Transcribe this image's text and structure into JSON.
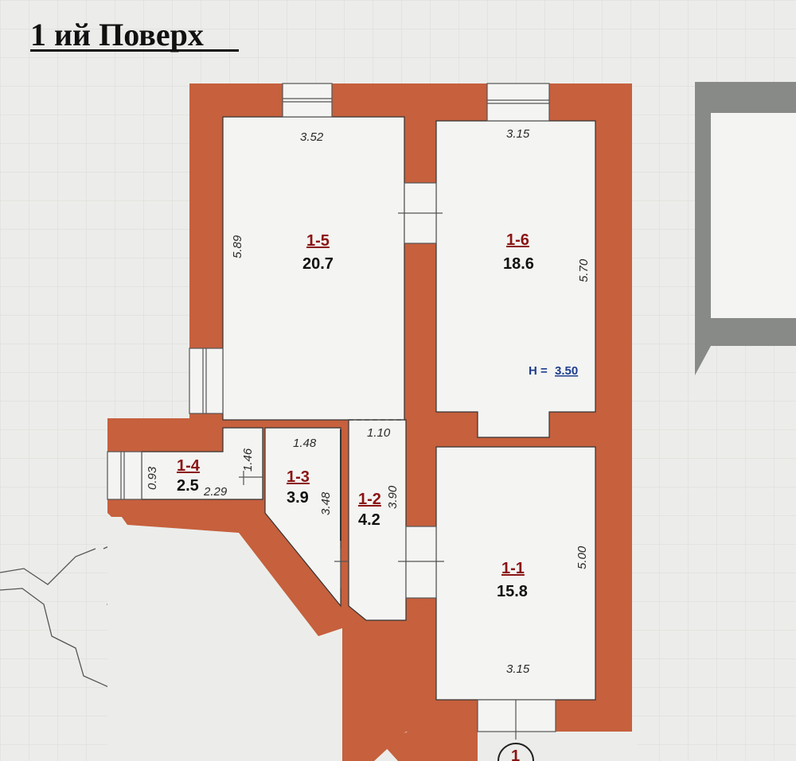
{
  "title": "1 ий Поверх",
  "colors": {
    "wall": "#c6603d",
    "room": "#f4f4f2",
    "background": "#ecedea",
    "grid": "#d9dbd6"
  },
  "rooms": [
    {
      "id": "1-5",
      "area": "20.7",
      "width": "3.52",
      "length": "5.89"
    },
    {
      "id": "1-6",
      "area": "18.6",
      "width": "3.15",
      "length": "5.70"
    },
    {
      "id": "1-4",
      "area": "2.5",
      "width": "2.29",
      "length": "0.93"
    },
    {
      "id": "1-3",
      "area": "3.9",
      "width": "1.48",
      "length": "3.48"
    },
    {
      "id": "1-2",
      "area": "4.2",
      "width": "1.10",
      "length": "3.90"
    },
    {
      "id": "1-1",
      "area": "15.8",
      "width": "3.15",
      "length": "5.00"
    }
  ],
  "extra_dims": {
    "d_146": "1.46"
  },
  "height": {
    "prefix": "H =",
    "value": "3.50"
  },
  "marker": "1"
}
